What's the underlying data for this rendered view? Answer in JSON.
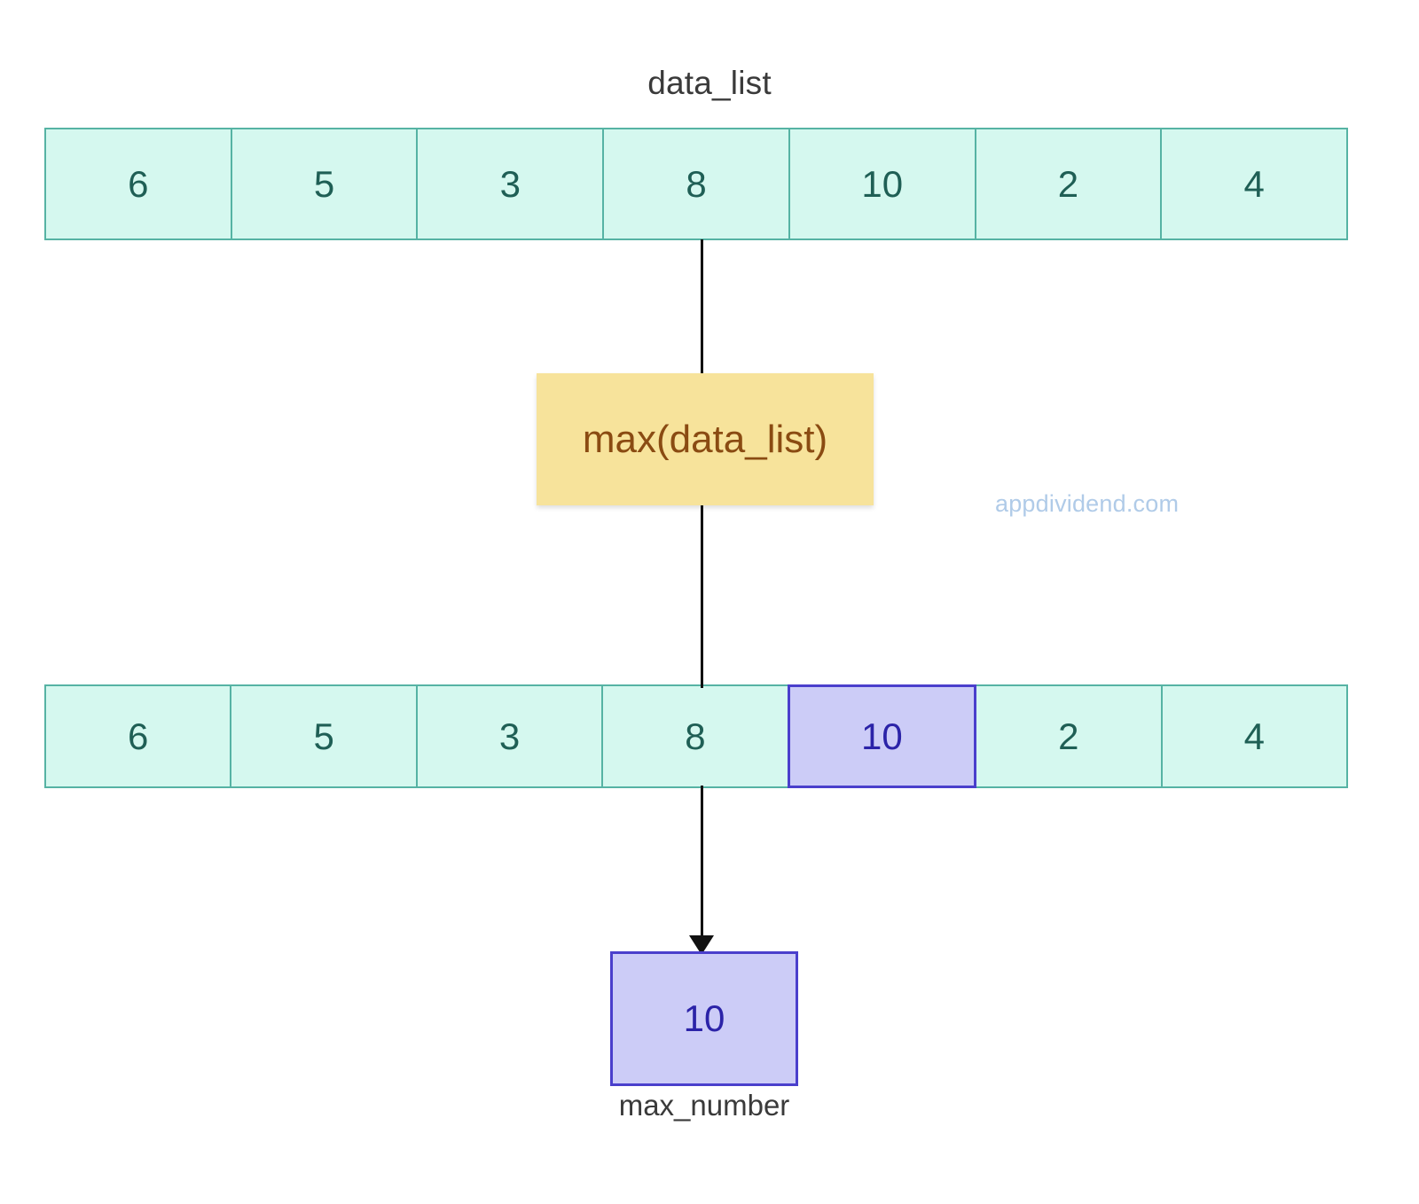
{
  "diagram": {
    "top_title": "data_list",
    "bottom_label": "max_number",
    "watermark": "appdividend.com",
    "function_label": "max(data_list)",
    "result_value": "10",
    "colors": {
      "cell_fill": "#d5f8ef",
      "cell_border": "#56b3a4",
      "cell_text": "#1f5f55",
      "highlight_fill": "#ccccf7",
      "highlight_border": "#4a3fcc",
      "highlight_text": "#2b23a8",
      "function_fill": "#f7e39b",
      "function_text": "#8a4b12",
      "connector": "#111111",
      "title_text": "#3a3a3a",
      "watermark_text": "#b0cbe8",
      "background": "#ffffff"
    }
  },
  "chart_data": {
    "type": "table",
    "title": "data_list",
    "arrays": [
      {
        "name": "data_list-input",
        "values": [
          "6",
          "5",
          "3",
          "8",
          "10",
          "2",
          "4"
        ],
        "highlight_index": null
      },
      {
        "name": "data_list-highlighted",
        "values": [
          "6",
          "5",
          "3",
          "8",
          "10",
          "2",
          "4"
        ],
        "highlight_index": 4
      }
    ],
    "operation": "max(data_list)",
    "result": "10",
    "result_label": "max_number"
  },
  "arrays": {
    "top": [
      {
        "value": "6",
        "highlight": false
      },
      {
        "value": "5",
        "highlight": false
      },
      {
        "value": "3",
        "highlight": false
      },
      {
        "value": "8",
        "highlight": false
      },
      {
        "value": "10",
        "highlight": false
      },
      {
        "value": "2",
        "highlight": false
      },
      {
        "value": "4",
        "highlight": false
      }
    ],
    "bottom": [
      {
        "value": "6",
        "highlight": false
      },
      {
        "value": "5",
        "highlight": false
      },
      {
        "value": "3",
        "highlight": false
      },
      {
        "value": "8",
        "highlight": false
      },
      {
        "value": "10",
        "highlight": true
      },
      {
        "value": "2",
        "highlight": false
      },
      {
        "value": "4",
        "highlight": false
      }
    ]
  }
}
